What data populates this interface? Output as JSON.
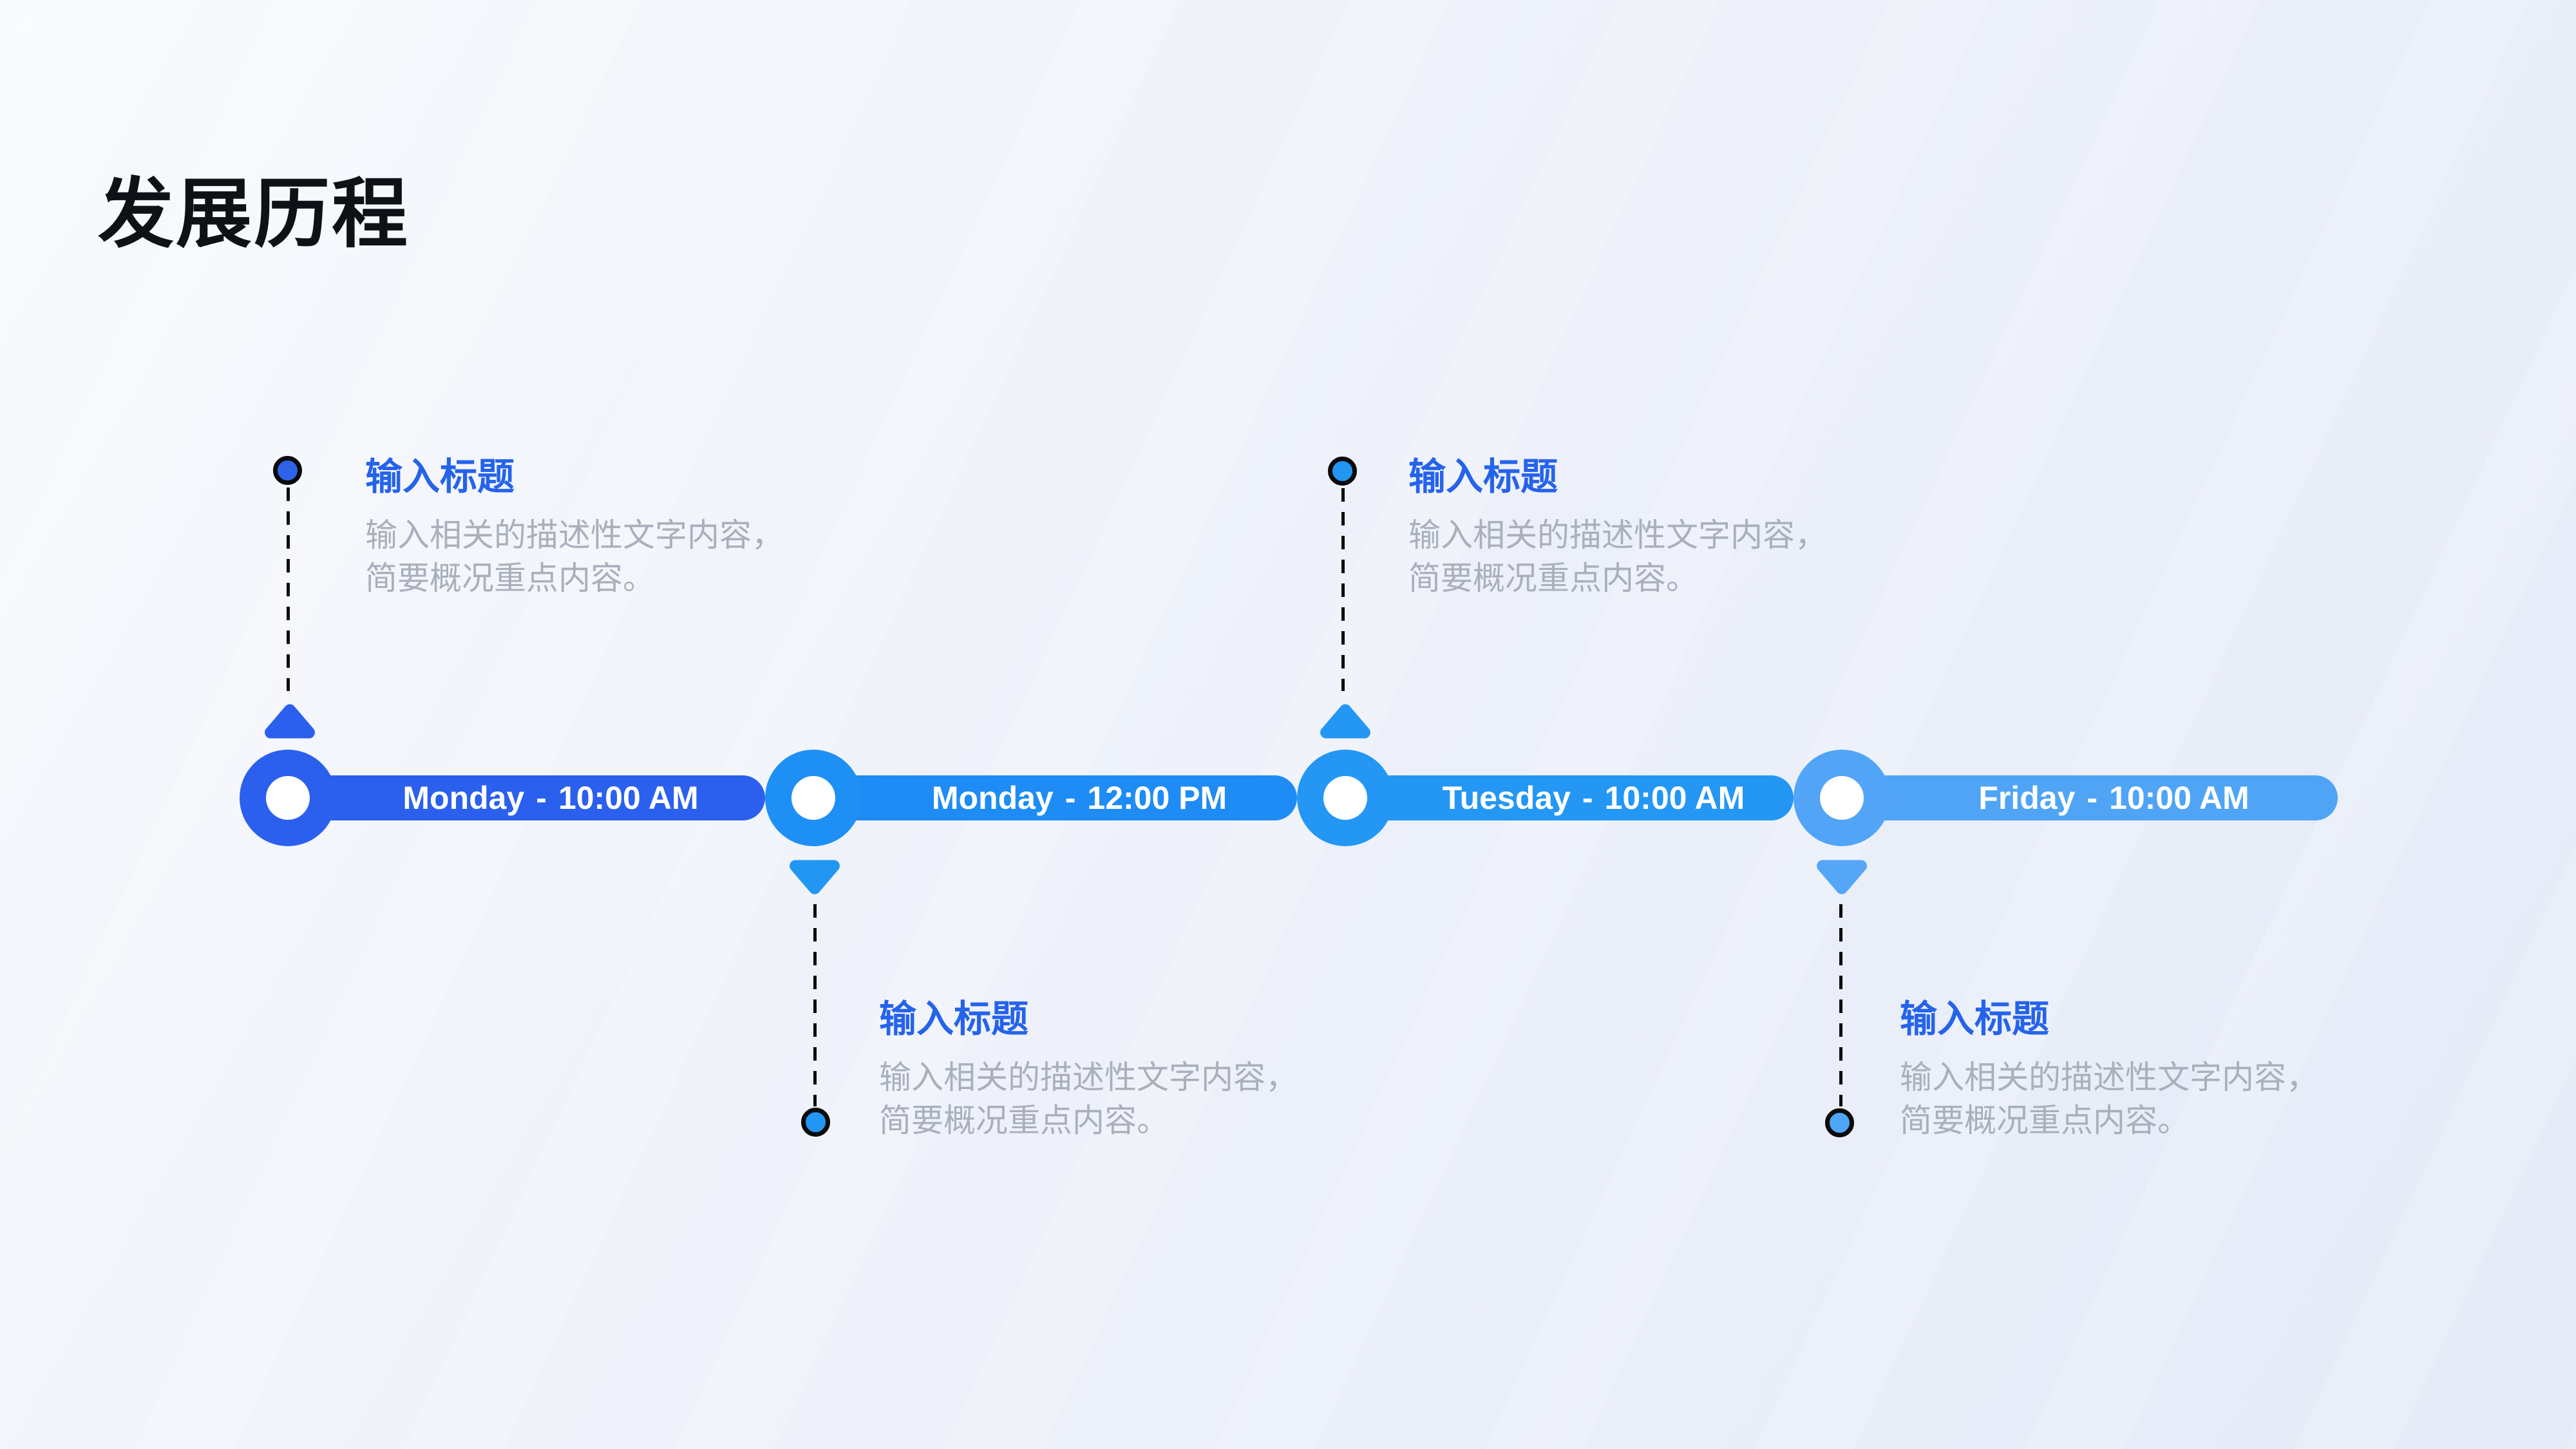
{
  "slide": {
    "title": "发展历程"
  },
  "palette": {
    "background_top": "#F8FAFD",
    "background_bottom": "#E4EAF7",
    "slide_title_color": "#0E1116",
    "bar_label_color": "#FFFFFF",
    "callout_title_color": "#2563EB",
    "callout_text_color": "#A9B0BC",
    "connector_color": "#0C0C0C"
  },
  "timeline": {
    "label_separator": "-",
    "milestones": [
      {
        "day": "Monday",
        "time": "10:00 AM",
        "colors": {
          "segment": "#2B60EE",
          "node": "#2B60EE",
          "triangle": "#2B60EE",
          "dot": "#2E63E9"
        },
        "callout": {
          "position": "above",
          "title": "输入标题",
          "line1": "输入相关的描述性文字内容，",
          "line2": "简要概况重点内容。"
        }
      },
      {
        "day": "Monday",
        "time": "12:00 PM",
        "colors": {
          "segment": "#1E8CF4",
          "node": "#1E90F5",
          "triangle": "#2196F3",
          "dot": "#2196F3"
        },
        "callout": {
          "position": "below",
          "title": "输入标题",
          "line1": "输入相关的描述性文字内容，",
          "line2": "简要概况重点内容。"
        }
      },
      {
        "day": "Tuesday",
        "time": "10:00 AM",
        "colors": {
          "segment": "#2497F5",
          "node": "#2497F5",
          "triangle": "#2497F5",
          "dot": "#2196F3"
        },
        "callout": {
          "position": "above",
          "title": "输入标题",
          "line1": "输入相关的描述性文字内容，",
          "line2": "简要概况重点内容。"
        }
      },
      {
        "day": "Friday",
        "time": "10:00 AM",
        "colors": {
          "segment": "#4FA4F6",
          "node": "#52A5F6",
          "triangle": "#55A6F6",
          "dot": "#4FA5F6"
        },
        "callout": {
          "position": "below",
          "title": "输入标题",
          "line1": "输入相关的描述性文字内容，",
          "line2": "简要概况重点内容。"
        }
      }
    ]
  }
}
